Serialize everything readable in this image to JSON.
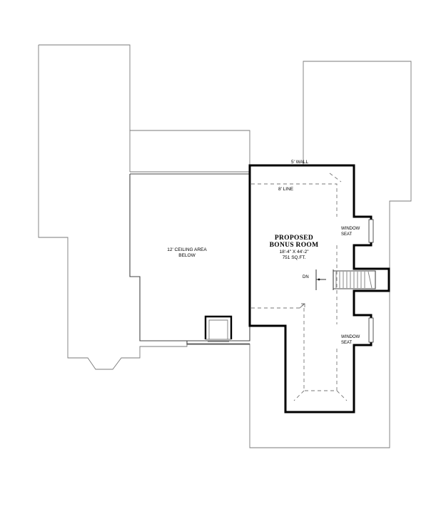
{
  "labels": {
    "wall": "5' WALL",
    "line": "8' LINE",
    "room_title_1": "PROPOSED",
    "room_title_2": "BONUS ROOM",
    "room_dims": "18'-4\" X 44'-2\"",
    "room_area": "751 SQ.FT.",
    "ceiling_1": "12' CEILING AREA",
    "ceiling_2": "BELOW",
    "window_seat_top_1": "WINDOW",
    "window_seat_top_2": "SEAT",
    "window_seat_bottom_1": "WINDOW",
    "window_seat_bottom_2": "SEAT",
    "stair_dn": "DN"
  },
  "colors": {
    "outline": "#7a7a7a",
    "wall": "#000000",
    "background": "#ffffff"
  }
}
